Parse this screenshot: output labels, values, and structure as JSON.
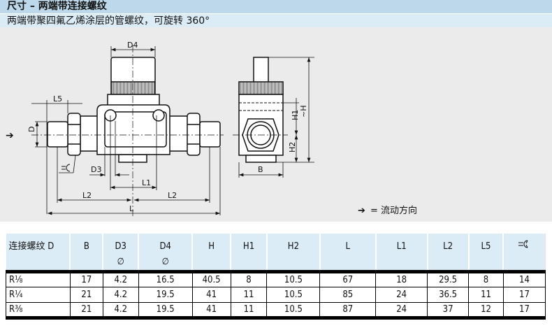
{
  "header": {
    "title": "尺寸 – 两端带连接螺纹",
    "subtitle": "两端带聚四氟乙烯涂层的管螺纹，可旋转 360°"
  },
  "drawing": {
    "labels": {
      "D4": "D4",
      "L5": "L5",
      "D": "D",
      "D3": "D3",
      "L1": "L1",
      "L2_left": "L2",
      "L2_right": "L2",
      "L": "L",
      "H1": "H1",
      "H2": "H2",
      "H": "~H",
      "B": "B"
    },
    "legend": "= 流动方向"
  },
  "table": {
    "headers": [
      {
        "label": "连接螺纹 D",
        "sub": ""
      },
      {
        "label": "B",
        "sub": ""
      },
      {
        "label": "D3",
        "sub": "∅"
      },
      {
        "label": "D4",
        "sub": "∅"
      },
      {
        "label": "H",
        "sub": ""
      },
      {
        "label": "H1",
        "sub": ""
      },
      {
        "label": "H2",
        "sub": ""
      },
      {
        "label": "L",
        "sub": ""
      },
      {
        "label": "L1",
        "sub": ""
      },
      {
        "label": "L2",
        "sub": ""
      },
      {
        "label": "L5",
        "sub": ""
      },
      {
        "label": "",
        "sub": ""
      }
    ],
    "rows": [
      [
        "R⅛",
        "17",
        "4.2",
        "16.5",
        "40.5",
        "8",
        "10.5",
        "67",
        "18",
        "29.5",
        "8",
        "14"
      ],
      [
        "R¼",
        "21",
        "4.2",
        "19.5",
        "41",
        "11",
        "10.5",
        "85",
        "24",
        "36.5",
        "11",
        "17"
      ],
      [
        "R⅜",
        "21",
        "4.2",
        "19.5",
        "41",
        "11",
        "10.5",
        "87",
        "24",
        "37",
        "12",
        "17"
      ]
    ]
  }
}
